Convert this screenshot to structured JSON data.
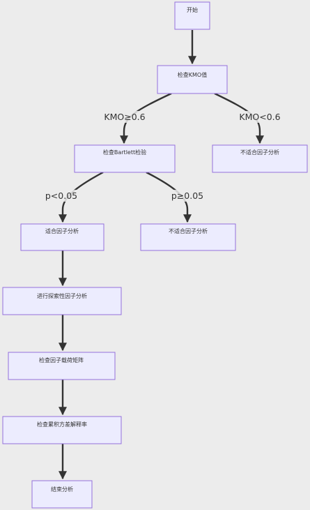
{
  "diagram": {
    "type": "flowchart",
    "nodes": {
      "start": "开始",
      "kmo_check": "检查KMO值",
      "bartlett_check": "检查Bartlett检验",
      "unsuitable_kmo": "不适合因子分析",
      "suitable": "适合因子分析",
      "unsuitable_bartlett": "不适合因子分析",
      "efa": "进行探索性因子分析",
      "loading_matrix": "检查因子载荷矩阵",
      "variance": "检查累积方差解释率",
      "end": "结束分析"
    },
    "edge_labels": {
      "kmo_high": "KMO≥0.6",
      "kmo_low": "KMO<0.6",
      "p_low": "p<0.05",
      "p_high": "p≥0.05"
    },
    "colors": {
      "node_fill": "#ececfe",
      "node_border": "#9370db",
      "edge": "#333333",
      "background": "#ececec"
    }
  }
}
